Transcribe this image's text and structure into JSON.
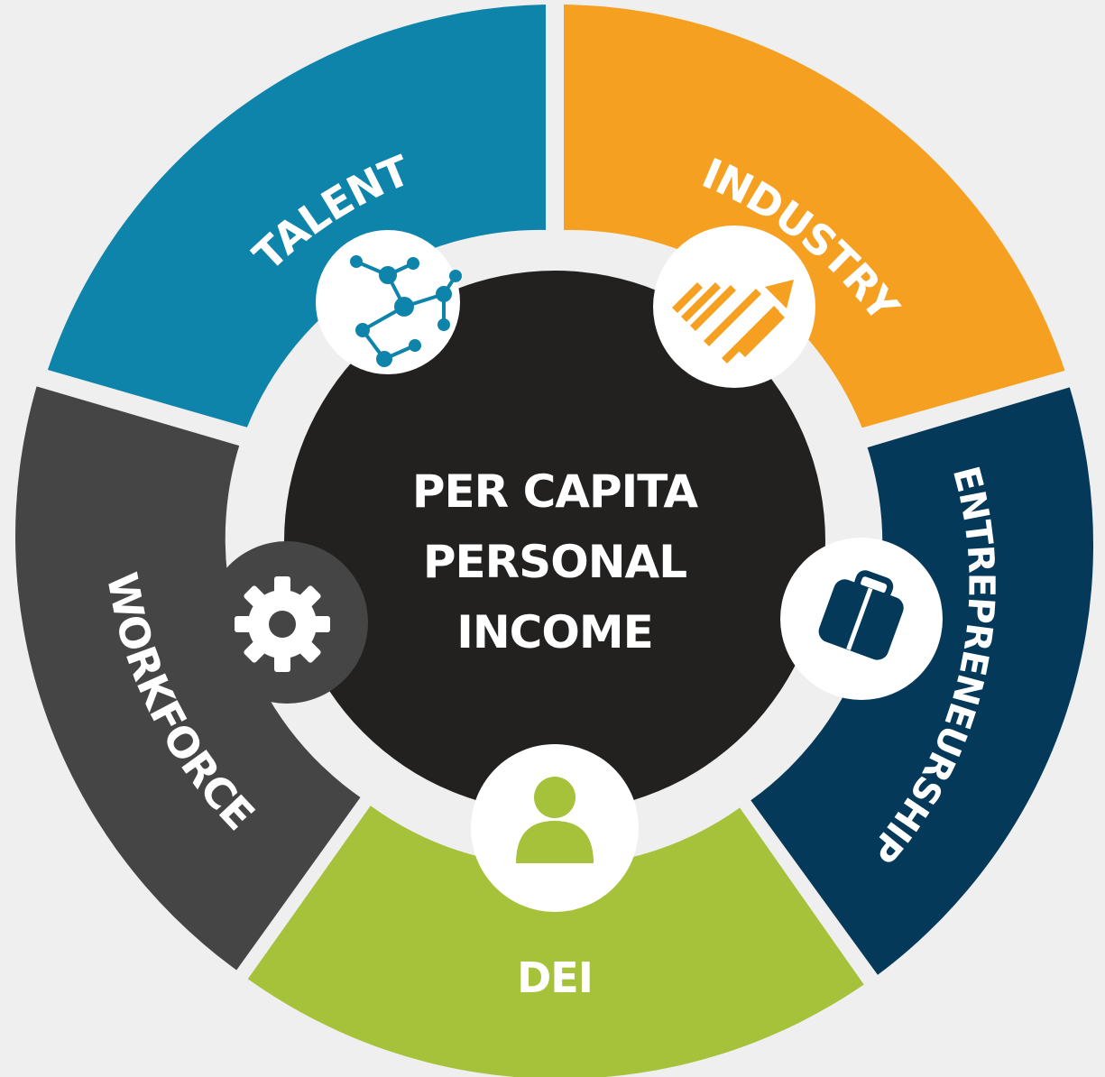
{
  "center": {
    "lines": [
      "PER CAPITA",
      "PERSONAL",
      "INCOME"
    ],
    "color": "#222120"
  },
  "segments": [
    {
      "id": "talent",
      "label": "TALENT",
      "color": "#0e84ab",
      "icon": "network-icon"
    },
    {
      "id": "industry",
      "label": "INDUSTRY",
      "color": "#f5a021",
      "icon": "growth-chart-icon"
    },
    {
      "id": "entrepreneurship",
      "label": "ENTREPRENEURSHIP",
      "color": "#043959",
      "icon": "briefcase-icon"
    },
    {
      "id": "dei",
      "label": "DEI",
      "color": "#a6c23b",
      "icon": "person-icon"
    },
    {
      "id": "workforce",
      "label": "WORKFORCE",
      "color": "#444544",
      "icon": "gear-icon"
    }
  ],
  "background": "#efefef",
  "badge_color": "#ffffff"
}
